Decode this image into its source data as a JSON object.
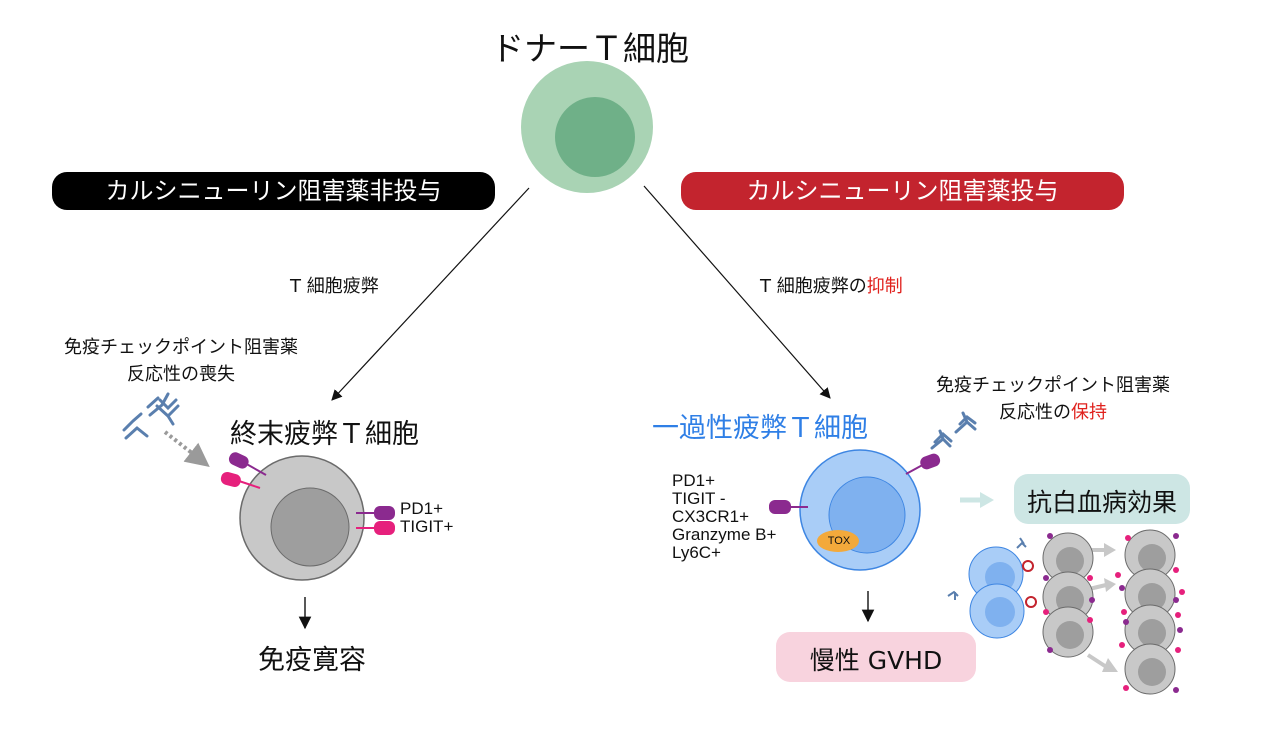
{
  "title": "ドナーＴ細胞",
  "left": {
    "pill": "カルシニューリン阻害薬非投与",
    "arrow_label": "T 細胞疲弊",
    "checkpoint_line1": "免疫チェックポイント阻害薬",
    "checkpoint_line2": "反応性の喪失",
    "cell_label": "終末疲弊Ｔ細胞",
    "markers": [
      "PD1+",
      "TIGIT+"
    ],
    "outcome": "免疫寛容"
  },
  "right": {
    "pill": "カルシニューリン阻害薬投与",
    "arrow_label_prefix": "T 細胞疲弊の",
    "arrow_label_highlight": "抑制",
    "checkpoint_line1": "免疫チェックポイント阻害薬",
    "checkpoint_line2_prefix": "反応性の",
    "checkpoint_line2_highlight": "保持",
    "cell_label": "一過性疲弊Ｔ細胞",
    "markers": [
      "PD1+",
      "TIGIT -",
      "CX3CR1+",
      "Granzyme B+",
      "Ly6C+"
    ],
    "tox_label": "TOX",
    "effect_label": "抗白血病効果",
    "outcome": "慢性 GVHD"
  },
  "colors": {
    "left_pill": "#000000",
    "right_pill": "#c3242e",
    "donor_outer": "#a9d3b4",
    "donor_inner": "#6fb088",
    "exhausted_outer": "#c8c8c8",
    "exhausted_inner": "#9e9e9e",
    "transient_outer": "#a9cdf7",
    "transient_inner": "#7fb1ef",
    "pd1": "#8b2a8f",
    "tigit": "#e6207c",
    "tox": "#f3a93b",
    "effect_bg": "#cde6e4",
    "gvhd_bg": "#f8d3de",
    "antibody": "#5a7fae"
  },
  "icons": [
    "antibody-icon",
    "receptor-icon",
    "tox-granule-icon",
    "dashed-arrow-icon"
  ]
}
